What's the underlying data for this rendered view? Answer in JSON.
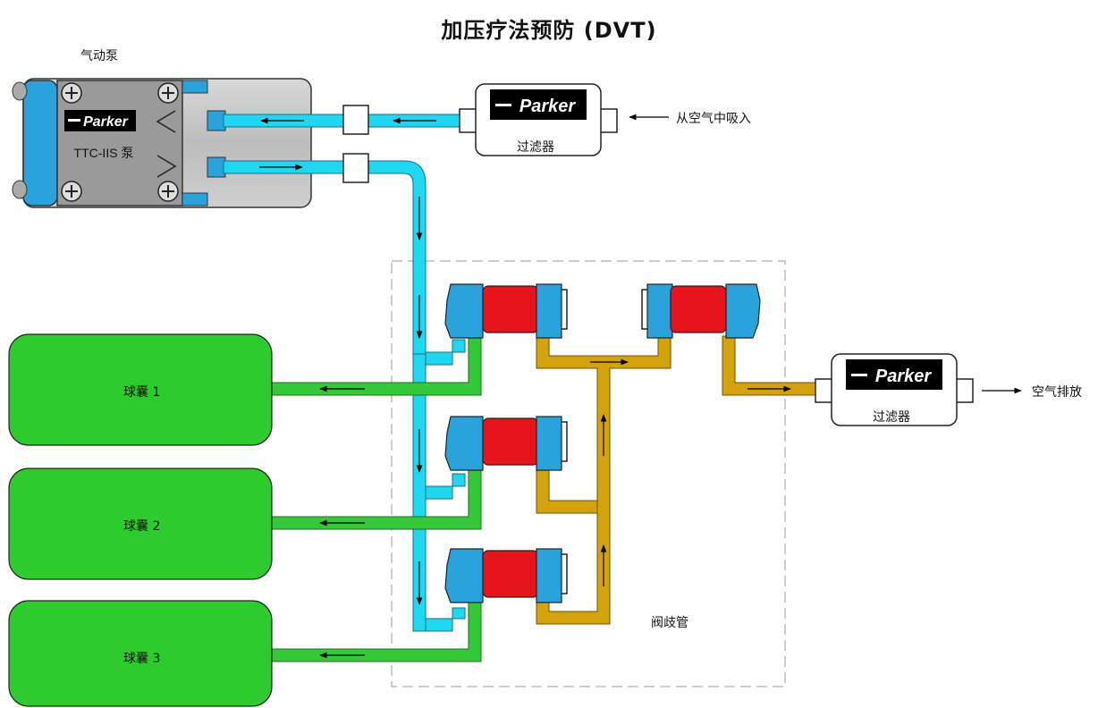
{
  "title": "加压疗法预防 (DVT)",
  "pump": {
    "caption": "气动泵",
    "brand": "Parker",
    "label": "TTC-IIS 泵"
  },
  "filter_in": {
    "brand": "Parker",
    "label": "过滤器",
    "note": "从空气中吸入"
  },
  "filter_out": {
    "brand": "Parker",
    "label": "过滤器",
    "note": "空气排放"
  },
  "bladders": [
    {
      "label": "球囊 1"
    },
    {
      "label": "球囊 2"
    },
    {
      "label": "球囊 3"
    }
  ],
  "manifold": {
    "label": "阀歧管"
  },
  "colors": {
    "supply_air": "#1fd7f0",
    "bladder_line": "#35c93a",
    "exhaust_line": "#d4a20a",
    "valve_body": "#2aa3dc",
    "solenoid": "#e8141c",
    "pump_body": "#c8c8c8",
    "bladder_fill": "#2ecb2e"
  }
}
